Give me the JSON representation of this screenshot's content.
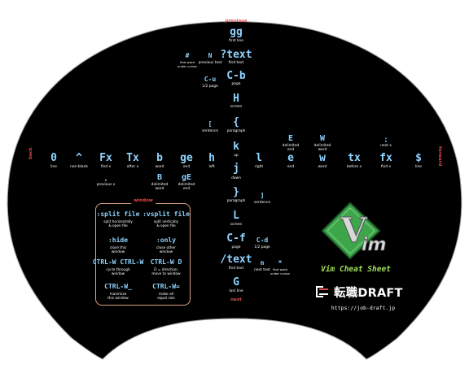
{
  "colors": {
    "background": "#000000",
    "key": "#8fd3ff",
    "description": "#ffffff",
    "direction_label": "#e24a4a",
    "window_box_border": "#d9a383",
    "vim_green": "#3da64b",
    "vim_title": "#9fe05a"
  },
  "directions": {
    "up": "previous",
    "down": "next",
    "left": "back",
    "right": "forward",
    "window": "window"
  },
  "vertical": [
    {
      "key": "gg",
      "desc": "first line"
    },
    {
      "key": "?text",
      "desc": "find text"
    },
    {
      "key": "C-b",
      "desc": "page"
    },
    {
      "key": "H",
      "desc": "screen"
    },
    {
      "key": "{",
      "desc": "paragraph"
    },
    {
      "key": "k",
      "desc": "up"
    },
    {
      "key": "j",
      "desc": "down"
    },
    {
      "key": "}",
      "desc": "paragraph"
    },
    {
      "key": "L",
      "desc": "screen"
    },
    {
      "key": "C-f",
      "desc": "page"
    },
    {
      "key": "/text",
      "desc": "find text"
    },
    {
      "key": "G",
      "desc": "last line"
    }
  ],
  "vertical_small": [
    {
      "key": "#",
      "desc": "find word under cursor"
    },
    {
      "key": "N",
      "desc": "previous text"
    },
    {
      "key": "C-u",
      "desc": "1/2 page"
    },
    {
      "key": "[",
      "desc": "sentence"
    },
    {
      "key": "]",
      "desc": "sentence"
    },
    {
      "key": "C-d",
      "desc": "1/2 page"
    },
    {
      "key": "n",
      "desc": "next text"
    },
    {
      "key": "*",
      "desc": "find word under cursor"
    }
  ],
  "horizontal": [
    {
      "key": "0",
      "desc": "line"
    },
    {
      "key": "^",
      "desc": "non-blank"
    },
    {
      "key": "Fx",
      "desc": "find x"
    },
    {
      "key": "Tx",
      "desc": "after x"
    },
    {
      "key": "b",
      "desc": "word"
    },
    {
      "key": "ge",
      "desc": "end"
    },
    {
      "key": "h",
      "desc": "left"
    },
    {
      "key": "l",
      "desc": "right"
    },
    {
      "key": "e",
      "desc": "end"
    },
    {
      "key": "w",
      "desc": "word"
    },
    {
      "key": "tx",
      "desc": "before x"
    },
    {
      "key": "fx",
      "desc": "find x"
    },
    {
      "key": "$",
      "desc": "line"
    }
  ],
  "horizontal_small": [
    {
      "key": ",",
      "desc": "previous x"
    },
    {
      "key": "B",
      "desc": "delimited word"
    },
    {
      "key": "gE",
      "desc": "delimited end"
    },
    {
      "key": "E",
      "desc": "delimited end"
    },
    {
      "key": "W",
      "desc": "delimited word"
    },
    {
      "key": ";",
      "desc": "next x"
    }
  ],
  "window_cmds": [
    {
      "key": ":split file",
      "desc": "split horizontally\n& open file"
    },
    {
      "key": ":vsplit file",
      "desc": "split vertically\n& open file"
    },
    {
      "key": ":hide",
      "desc": "close this\nwindow"
    },
    {
      "key": ":only",
      "desc": "close other\nwindow"
    },
    {
      "key": "CTRL-W CTRL-W",
      "desc": "cycle through\nwindow"
    },
    {
      "key": "CTRL-W D",
      "desc": "D = direction,\nmove to window"
    },
    {
      "key": "CTRL-W_",
      "desc": "maximize\nthis window"
    },
    {
      "key": "CTRL-W=",
      "desc": "make all\nequal size"
    }
  ],
  "logo": {
    "letter": "V",
    "word": "im",
    "title": "Vim Cheat Sheet"
  },
  "brand": {
    "name": "転職DRAFT",
    "url": "https://job-draft.jp"
  }
}
